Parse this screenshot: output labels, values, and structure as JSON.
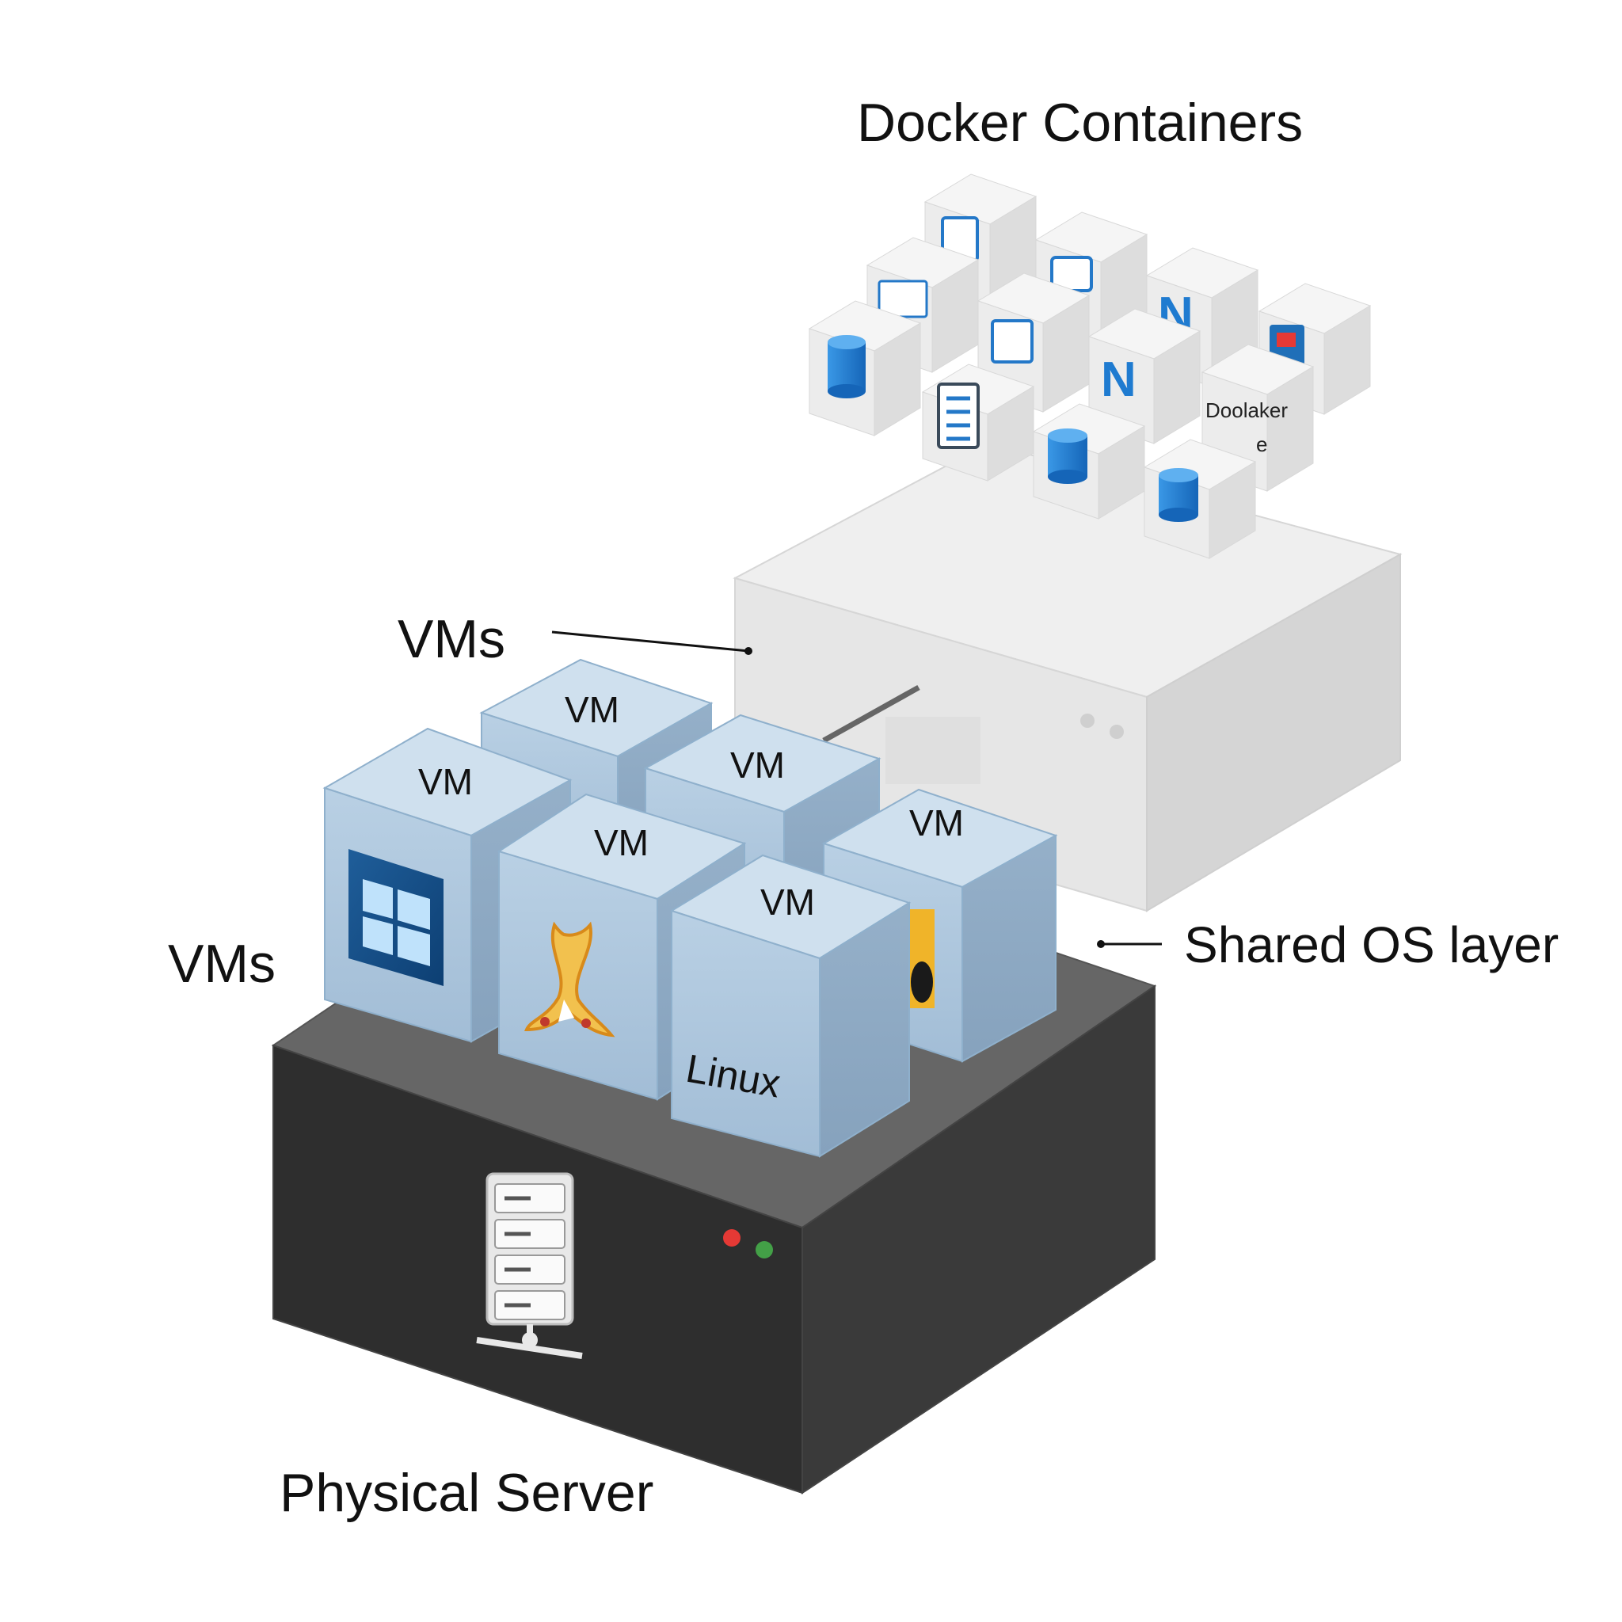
{
  "labels": {
    "docker_containers": "Docker Containers",
    "vms_top": "VMs",
    "vms_left": "VMs",
    "shared_os_layer": "Shared OS layer",
    "physical_server": "Physical Server"
  },
  "containers": {
    "docker_text_line1": "Doolaker",
    "docker_text_line2": "e",
    "icons": [
      "document-icon",
      "document-icon",
      "document-icon",
      "window-icon",
      "database-icon",
      "lock-document-icon",
      "n-logo-icon",
      "n-logo-icon",
      "server-list-icon",
      "database-icon",
      "database-icon",
      "database-icon",
      "red-app-icon"
    ]
  },
  "vms": {
    "label": "VM",
    "os_windows_icon": "windows-logo-icon",
    "os_linux_label": "Linux",
    "os_ribbon_icon": "ribbon-logo-icon",
    "os_yellow_icon": "yellow-os-icon"
  },
  "server": {
    "icon": "server-rack-icon",
    "leds": [
      "#e53935",
      "#43a047"
    ]
  },
  "colors": {
    "server_dark": "#2f2f2f",
    "server_top": "#686868",
    "vm_front": "#a9c3da",
    "vm_top": "#c9dae8",
    "shared_layer": "#e6e6e6",
    "db_blue": "#1f7bd0"
  }
}
